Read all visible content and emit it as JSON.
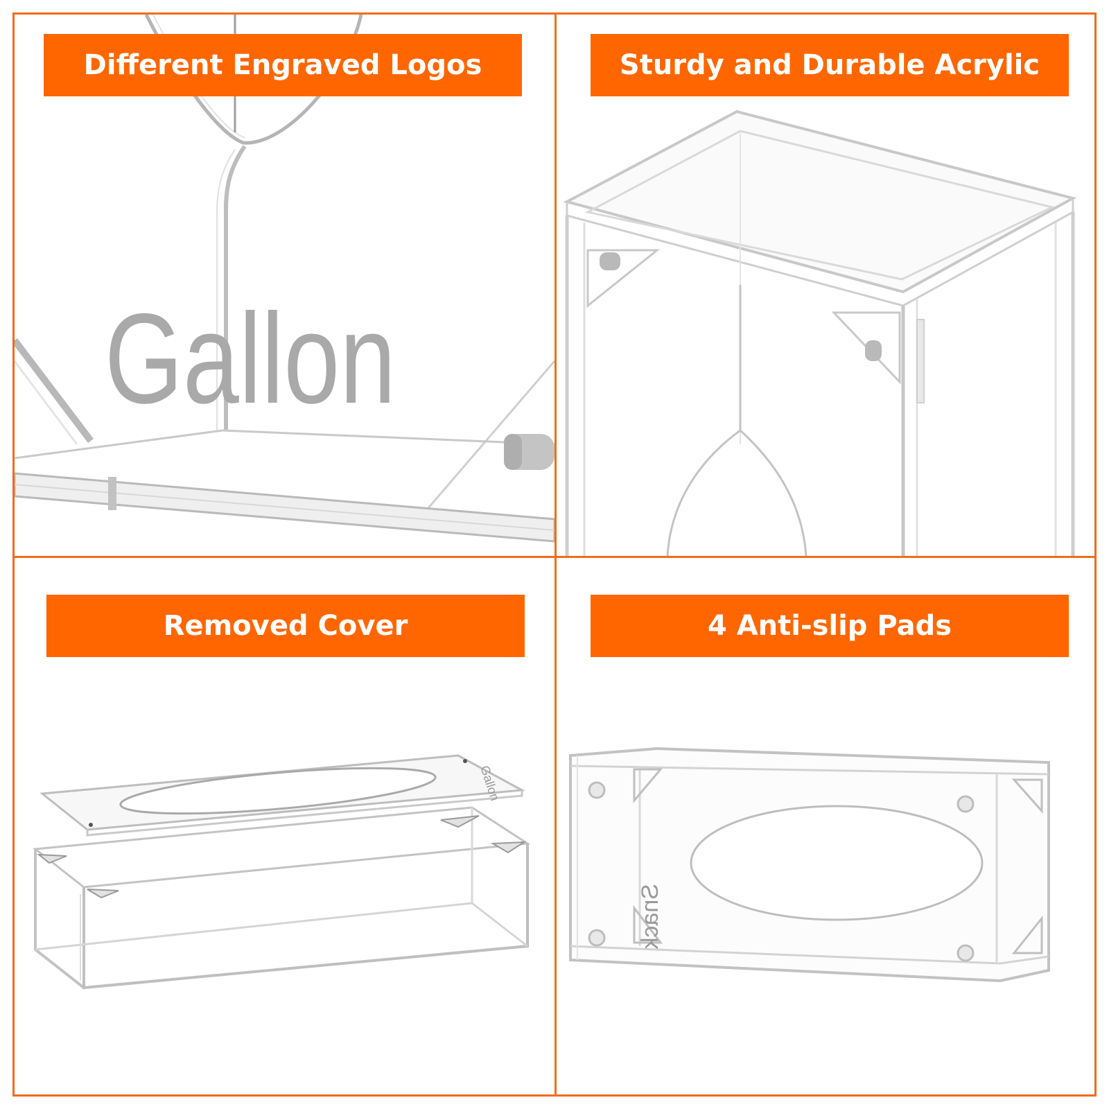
{
  "panels": [
    {
      "id": "engraved-logos",
      "title": "Different Engraved Logos",
      "logo_text": "Gallon"
    },
    {
      "id": "sturdy-acrylic",
      "title": "Sturdy and Durable Acrylic"
    },
    {
      "id": "removed-cover",
      "title": "Removed Cover",
      "logo_text": "Gallon"
    },
    {
      "id": "anti-slip-pads",
      "title": "4 Anti-slip Pads",
      "logo_text": "Snack"
    }
  ],
  "colors": {
    "accent": "#ff6600",
    "frame": "#f26b1d",
    "banner_text": "#ffffff",
    "engraving": "#a9a9a9",
    "acrylic_edge": "#c8c8c8"
  }
}
